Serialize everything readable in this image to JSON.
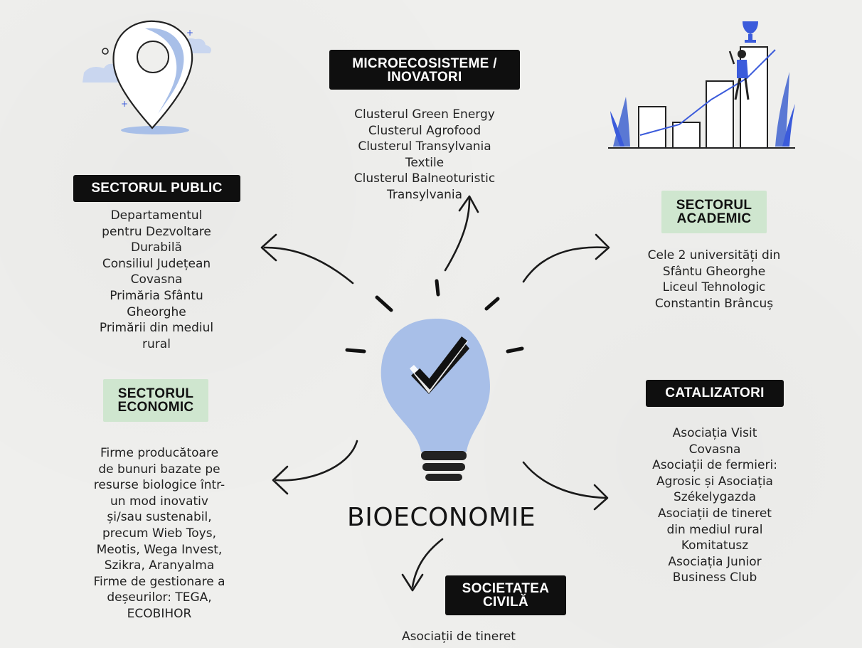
{
  "center": {
    "title": "BIOECONOMIE"
  },
  "nodes": {
    "microecosisteme": {
      "title_lines": [
        "MICROECOSISTEME /",
        "INOVATORI"
      ],
      "items": [
        "Clusterul Green Energy",
        "Clusterul Agrofood",
        "Clusterul Transylvania",
        "Textile",
        "Clusterul Balneoturistic",
        "Transylvania"
      ]
    },
    "public": {
      "title_lines": [
        "SECTORUL PUBLIC"
      ],
      "items": [
        "Departamentul",
        "pentru Dezvoltare",
        "Durabilă",
        "Consiliul Județean",
        "Covasna",
        "Primăria Sfântu",
        "Gheorghe",
        "Primării din mediul",
        "rural"
      ]
    },
    "academic": {
      "title_lines": [
        "SECTORUL",
        "ACADEMIC"
      ],
      "items": [
        "Cele 2 universități din",
        "Sfântu Gheorghe",
        "Liceul Tehnologic",
        "Constantin Brâncuș"
      ]
    },
    "economic": {
      "title_lines": [
        "SECTORUL",
        "ECONOMIC"
      ],
      "items": [
        "Firme producătoare",
        "de bunuri bazate pe",
        "resurse biologice într-",
        "un mod inovativ",
        "și/sau sustenabil,",
        "precum Wieb Toys,",
        "Meotis, Wega Invest,",
        "Szikra, Aranyalma",
        "Firme de gestionare a",
        "deșeurilor: TEGA,",
        "ECOBIHOR"
      ]
    },
    "catalizatori": {
      "title_lines": [
        "CATALIZATORI"
      ],
      "items": [
        "Asociația Visit",
        "Covasna",
        "Asociații de fermieri:",
        "Agrosic și Asociația",
        "Székelygazda",
        "Asociații de tineret",
        "din mediul rural",
        "Komitatusz",
        "Asociația Junior",
        "Business Club"
      ]
    },
    "societatea": {
      "title_lines": [
        "SOCIETATEA",
        "CIVILĂ"
      ],
      "items": [
        "Asociații de tineret"
      ]
    }
  },
  "icons": [
    "location-pin-icon",
    "growth-chart-icon",
    "lightbulb-check-icon"
  ],
  "colors": {
    "tag_dark": "#0f0f0f",
    "tag_green": "#cfe6cf",
    "bulb": "#a8bfe8",
    "accent_blue": "#3b5bdb"
  }
}
